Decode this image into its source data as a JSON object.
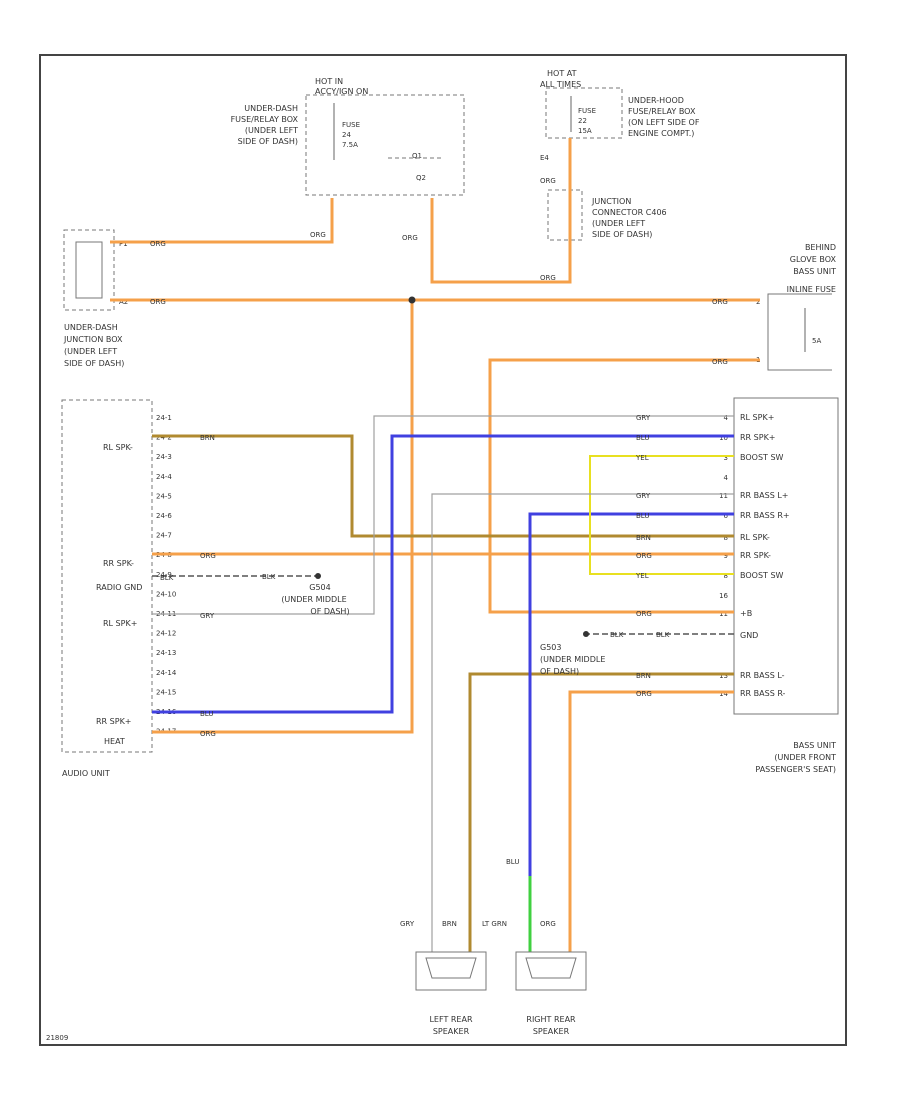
{
  "colors": {
    "ORG": "#f5a04a",
    "BRN": "#b08a30",
    "BLU": "#4040e0",
    "YEL": "#e8e020",
    "GRY": "#a0a0a0",
    "LTGRN": "#40d040",
    "frame": "#444444"
  },
  "footer_code": "21809",
  "boxes": {
    "fuse_box_1": {
      "hot_line1": "HOT IN",
      "hot_line2": "ACCY/IGN ON",
      "fuse_label": "FUSE",
      "fuse_number": "24",
      "fuse_amps": "7.5A",
      "pin_top": "Q1",
      "pin_bottom": "Q2",
      "location": [
        "UNDER-DASH",
        "FUSE/RELAY BOX",
        "(UNDER LEFT",
        "SIDE OF DASH)"
      ]
    },
    "fuse_box_2": {
      "hot_line1": "HOT AT",
      "hot_line2": "ALL TIMES",
      "fuse_label": "FUSE",
      "fuse_number": "22",
      "fuse_amps": "15A",
      "location": [
        "UNDER-HOOD",
        "FUSE/RELAY BOX",
        "(ON LEFT SIDE OF",
        "ENGINE COMPT.)"
      ]
    },
    "junction_connector": {
      "pin": "E4",
      "location": [
        "JUNCTION",
        "CONNECTOR C406",
        "(UNDER LEFT",
        "SIDE OF DASH)"
      ]
    },
    "junction_box": {
      "pin_1": "P1",
      "pin_2": "A2",
      "location": [
        "UNDER-DASH",
        "JUNCTION BOX",
        "(UNDER LEFT",
        "SIDE OF DASH)"
      ]
    },
    "glove_box": {
      "location": [
        "BEHIND",
        "GLOVE BOX",
        "BASS UNIT"
      ],
      "fuse_title": "INLINE FUSE",
      "fuse_amps": "5A",
      "pin_1": "2",
      "pin_2": "1"
    },
    "audio_unit": {
      "label": "AUDIO UNIT",
      "pins": [
        "24-1",
        "24-2",
        "24-3",
        "24-4",
        "24-5",
        "24-6",
        "24-7",
        "24-8",
        "24-9",
        "24-10",
        "24-11",
        "24-12",
        "24-13",
        "24-14",
        "24-15",
        "24-16",
        "24-17"
      ],
      "side_labels": {
        "rl_spk_minus": "RL SPK-",
        "rr_spk_minus": "RR SPK-",
        "radio_gnd": "RADIO GND",
        "rl_spk_plus": "RL SPK+",
        "rr_spk_plus": "RR SPK+",
        "heat": "HEAT"
      }
    },
    "bass_unit": {
      "label": [
        "BASS UNIT",
        "(UNDER FRONT",
        "PASSENGER'S SEAT)"
      ],
      "rows": [
        {
          "pin": "4",
          "label": "RL SPK+"
        },
        {
          "pin": "10",
          "label": "RR SPK+"
        },
        {
          "pin": "3",
          "label": "BOOST SW"
        },
        {
          "pin": "4",
          "label": ""
        },
        {
          "pin": "11",
          "label": "RR BASS L+"
        },
        {
          "pin": "6",
          "label": "RR BASS R+"
        },
        {
          "pin": "8",
          "label": "RL SPK-"
        },
        {
          "pin": "9",
          "label": "RR SPK-"
        },
        {
          "pin": "8",
          "label": "BOOST SW"
        },
        {
          "pin": "16",
          "label": ""
        },
        {
          "pin": "11",
          "label": "+B"
        },
        {
          "pin": "",
          "label": "GND"
        },
        {
          "pin": "13",
          "label": "RR BASS L-"
        },
        {
          "pin": "14",
          "label": "RR BASS R-"
        }
      ]
    },
    "ground_1": {
      "wire": "BLK",
      "label": [
        "G504",
        "(UNDER MIDDLE",
        "OF DASH)"
      ]
    },
    "ground_2": {
      "wire": "BLK",
      "label": [
        "G503",
        "(UNDER MIDDLE",
        "OF DASH)"
      ]
    },
    "left_speaker": {
      "label": [
        "LEFT REAR",
        "SPEAKER"
      ]
    },
    "right_speaker": {
      "label": [
        "RIGHT REAR",
        "SPEAKER"
      ],
      "ground_wire": "BLU"
    }
  },
  "wire_labels": {
    "ORG": "ORG",
    "BRN": "BRN",
    "BLU": "BLU",
    "YEL": "YEL",
    "GRY": "GRY",
    "BLK": "BLK",
    "LTGRN": "LT GRN"
  }
}
